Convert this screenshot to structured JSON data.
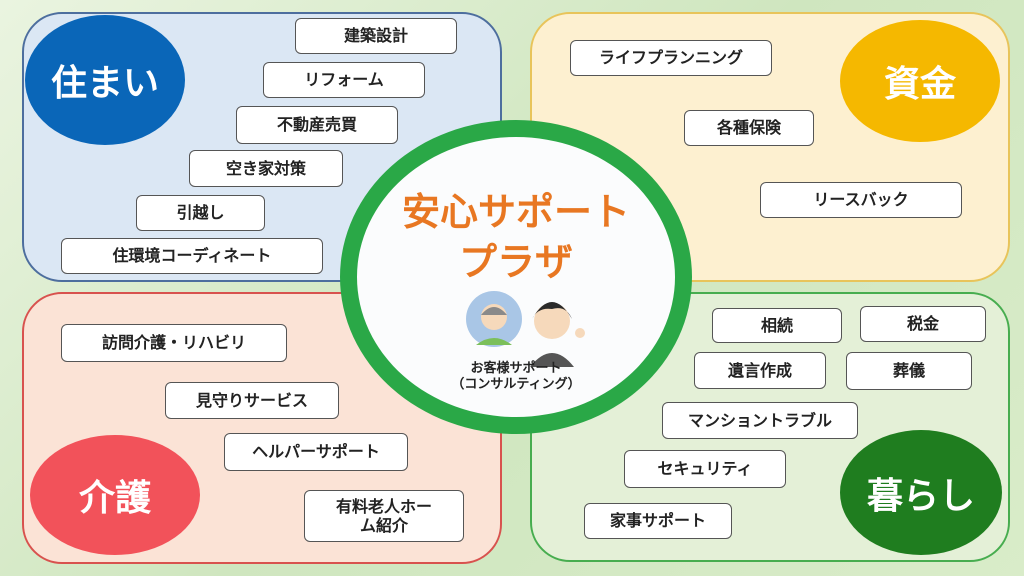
{
  "center": {
    "title_line1": "安心サポート",
    "title_line2": "プラザ",
    "caption_line1": "お客様サポート",
    "caption_line2": "（コンサルティング）"
  },
  "categories": {
    "housing": {
      "label": "住まい",
      "color": "#0a66b8",
      "items": [
        "建築設計",
        "リフォーム",
        "不動産売買",
        "空き家対策",
        "引越し",
        "住環境コーディネート"
      ]
    },
    "funds": {
      "label": "資金",
      "color": "#f5b800",
      "items": [
        "ライフプランニング",
        "各種保険",
        "リースバック"
      ]
    },
    "care": {
      "label": "介護",
      "color": "#f2525a",
      "items": [
        "訪問介護・リハビリ",
        "見守りサービス",
        "ヘルパーサポート",
        "有料老人ホーム紹介"
      ]
    },
    "living": {
      "label": "暮らし",
      "color": "#1f7d1f",
      "items": [
        "相続",
        "税金",
        "遺言作成",
        "葬儀",
        "マンショントラブル",
        "セキュリティ",
        "家事サポート"
      ]
    }
  }
}
